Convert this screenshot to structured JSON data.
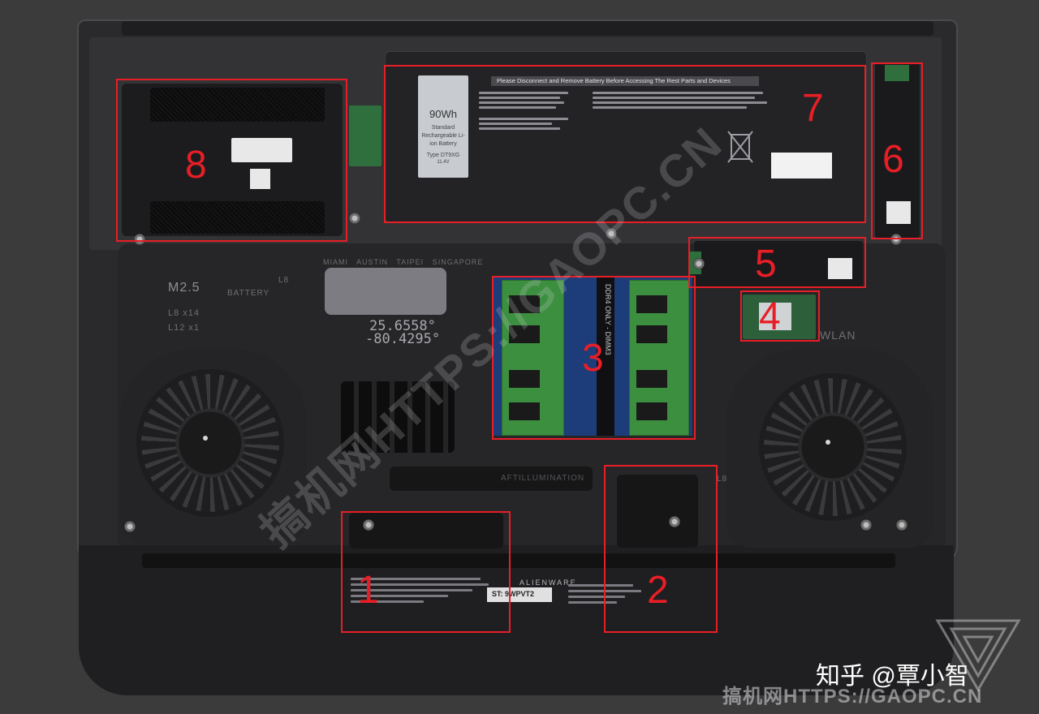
{
  "annotations": [
    {
      "id": "1",
      "label": "1"
    },
    {
      "id": "2",
      "label": "2"
    },
    {
      "id": "3",
      "label": "3"
    },
    {
      "id": "4",
      "label": "4"
    },
    {
      "id": "5",
      "label": "5"
    },
    {
      "id": "6",
      "label": "6"
    },
    {
      "id": "7",
      "label": "7"
    },
    {
      "id": "8",
      "label": "8"
    }
  ],
  "engraving": {
    "screw_size": "M2.5",
    "screw_l8x14": "L8 x14",
    "screw_l12x1": "L12 x1",
    "battery_label": "BATTERY",
    "cities": "MIAMI   AUSTIN   TAIPEI   SINGAPORE",
    "coords_1": "25.6558°",
    "coords_2": "-80.4295°",
    "wlan": "WLAN",
    "l8_a": "L8",
    "l8_b": "L8",
    "alien_illumination": "AFTILLUMINATION"
  },
  "battery": {
    "capacity": "90Wh",
    "desc": "Standard Rechargeable Li-ion Battery",
    "type": "Type DT9XG",
    "voltage": "11.4V",
    "warning": "Please Disconnect and Remove Battery Before Accessing The Rest Parts and Devices"
  },
  "ram_text": "DDR4 ONLY - DIMM3",
  "bottom_labels": {
    "alienware": "ALIENWARE",
    "st": "ST: 9WPVT2"
  },
  "watermarks": {
    "diagonal": "搞机网HTTPS://GAOPC.CN",
    "bottom": "搞机网HTTPS://GAOPC.CN",
    "handle": "知乎 @覃小智"
  },
  "colors": {
    "annotation_red": "#e81e26",
    "chassis": "#2a2a2c",
    "pcb_green": "#3c8f3f"
  }
}
